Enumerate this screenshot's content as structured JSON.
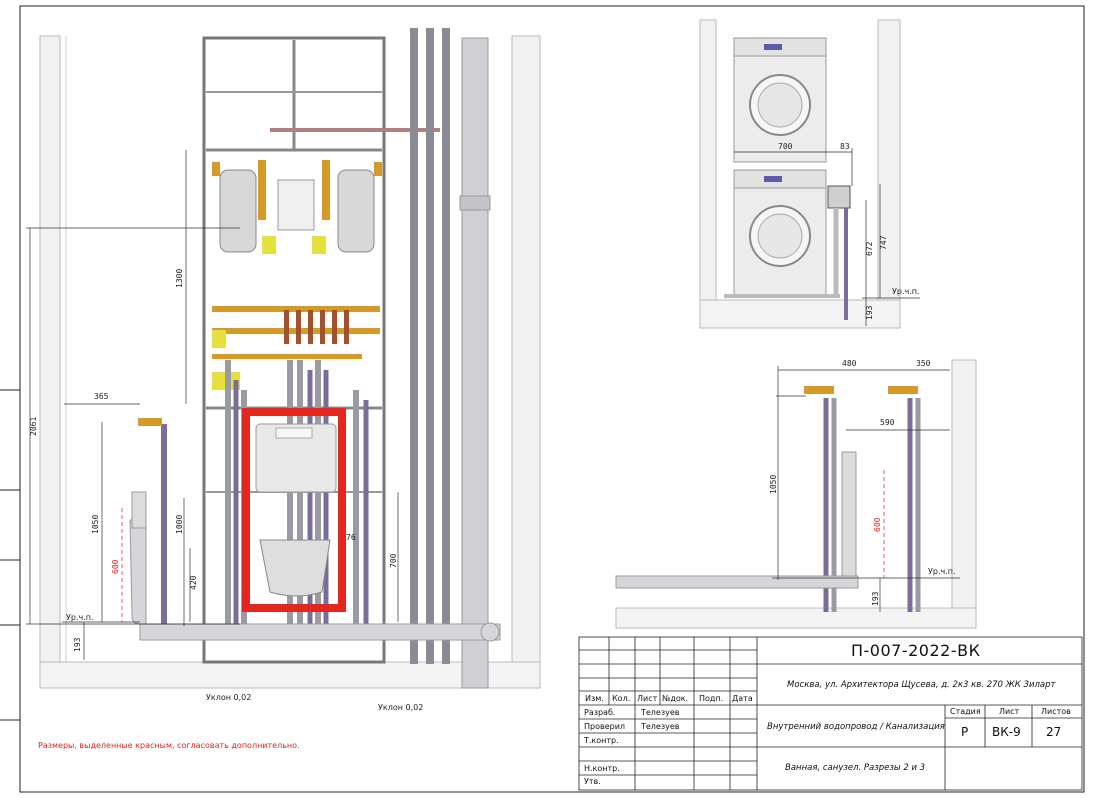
{
  "title_block": {
    "code": "П-007-2022-ВК",
    "address": "Москва, ул. Архитектора Щусева, д. 2к3 кв. 270 ЖК Зиларт",
    "system": "Внутренний водопровод / Канализация",
    "sheet_title": "Ванная, санузел. Разрезы 2 и 3",
    "stage_label": "Стадия",
    "sheet_label": "Лист",
    "sheets_label": "Листов",
    "stage": "Р",
    "sheet": "ВК-9",
    "sheets": "27",
    "headers": [
      "Изм.",
      "Кол.",
      "Лист",
      "№док.",
      "Подп.",
      "Дата"
    ],
    "roles": [
      {
        "role": "Разраб.",
        "name": "Телезуев"
      },
      {
        "role": "Проверил",
        "name": "Телезуев"
      },
      {
        "role": "Т.контр.",
        "name": ""
      },
      {
        "role": "",
        "name": ""
      },
      {
        "role": "Н.контр.",
        "name": ""
      },
      {
        "role": "Утв.",
        "name": ""
      }
    ]
  },
  "note": "Размеры, выделенные красным, согласовать дополнительно.",
  "section_main": {
    "dims": {
      "total_height": "2061",
      "upper": "1300",
      "offset_left": "365",
      "tap_height": "1050",
      "red_height": "600",
      "floor_offset": "193",
      "frame_height": "1000",
      "low": "420",
      "right": "700",
      "small": "76"
    },
    "floor_label": "Ур.ч.п.",
    "slope_1": "Уклон 0,02",
    "slope_2": "Уклон 0,02"
  },
  "section_washer": {
    "dims": {
      "width": "700",
      "side": "83",
      "h1": "747",
      "h2": "672",
      "floor_offset": "193"
    },
    "floor_label": "Ур.ч.п."
  },
  "section_right": {
    "dims": {
      "d1": "480",
      "d2": "350",
      "d3": "590",
      "tap_height": "1050",
      "red_height": "600",
      "floor_offset": "193"
    },
    "floor_label": "Ур.ч.п."
  },
  "colors": {
    "frame_red": "#e3261e",
    "pipe_grey": "#9a9aa4",
    "pipe_purple": "#7b6c9a",
    "brass": "#d49a2a",
    "dim_red": "#e02020"
  }
}
